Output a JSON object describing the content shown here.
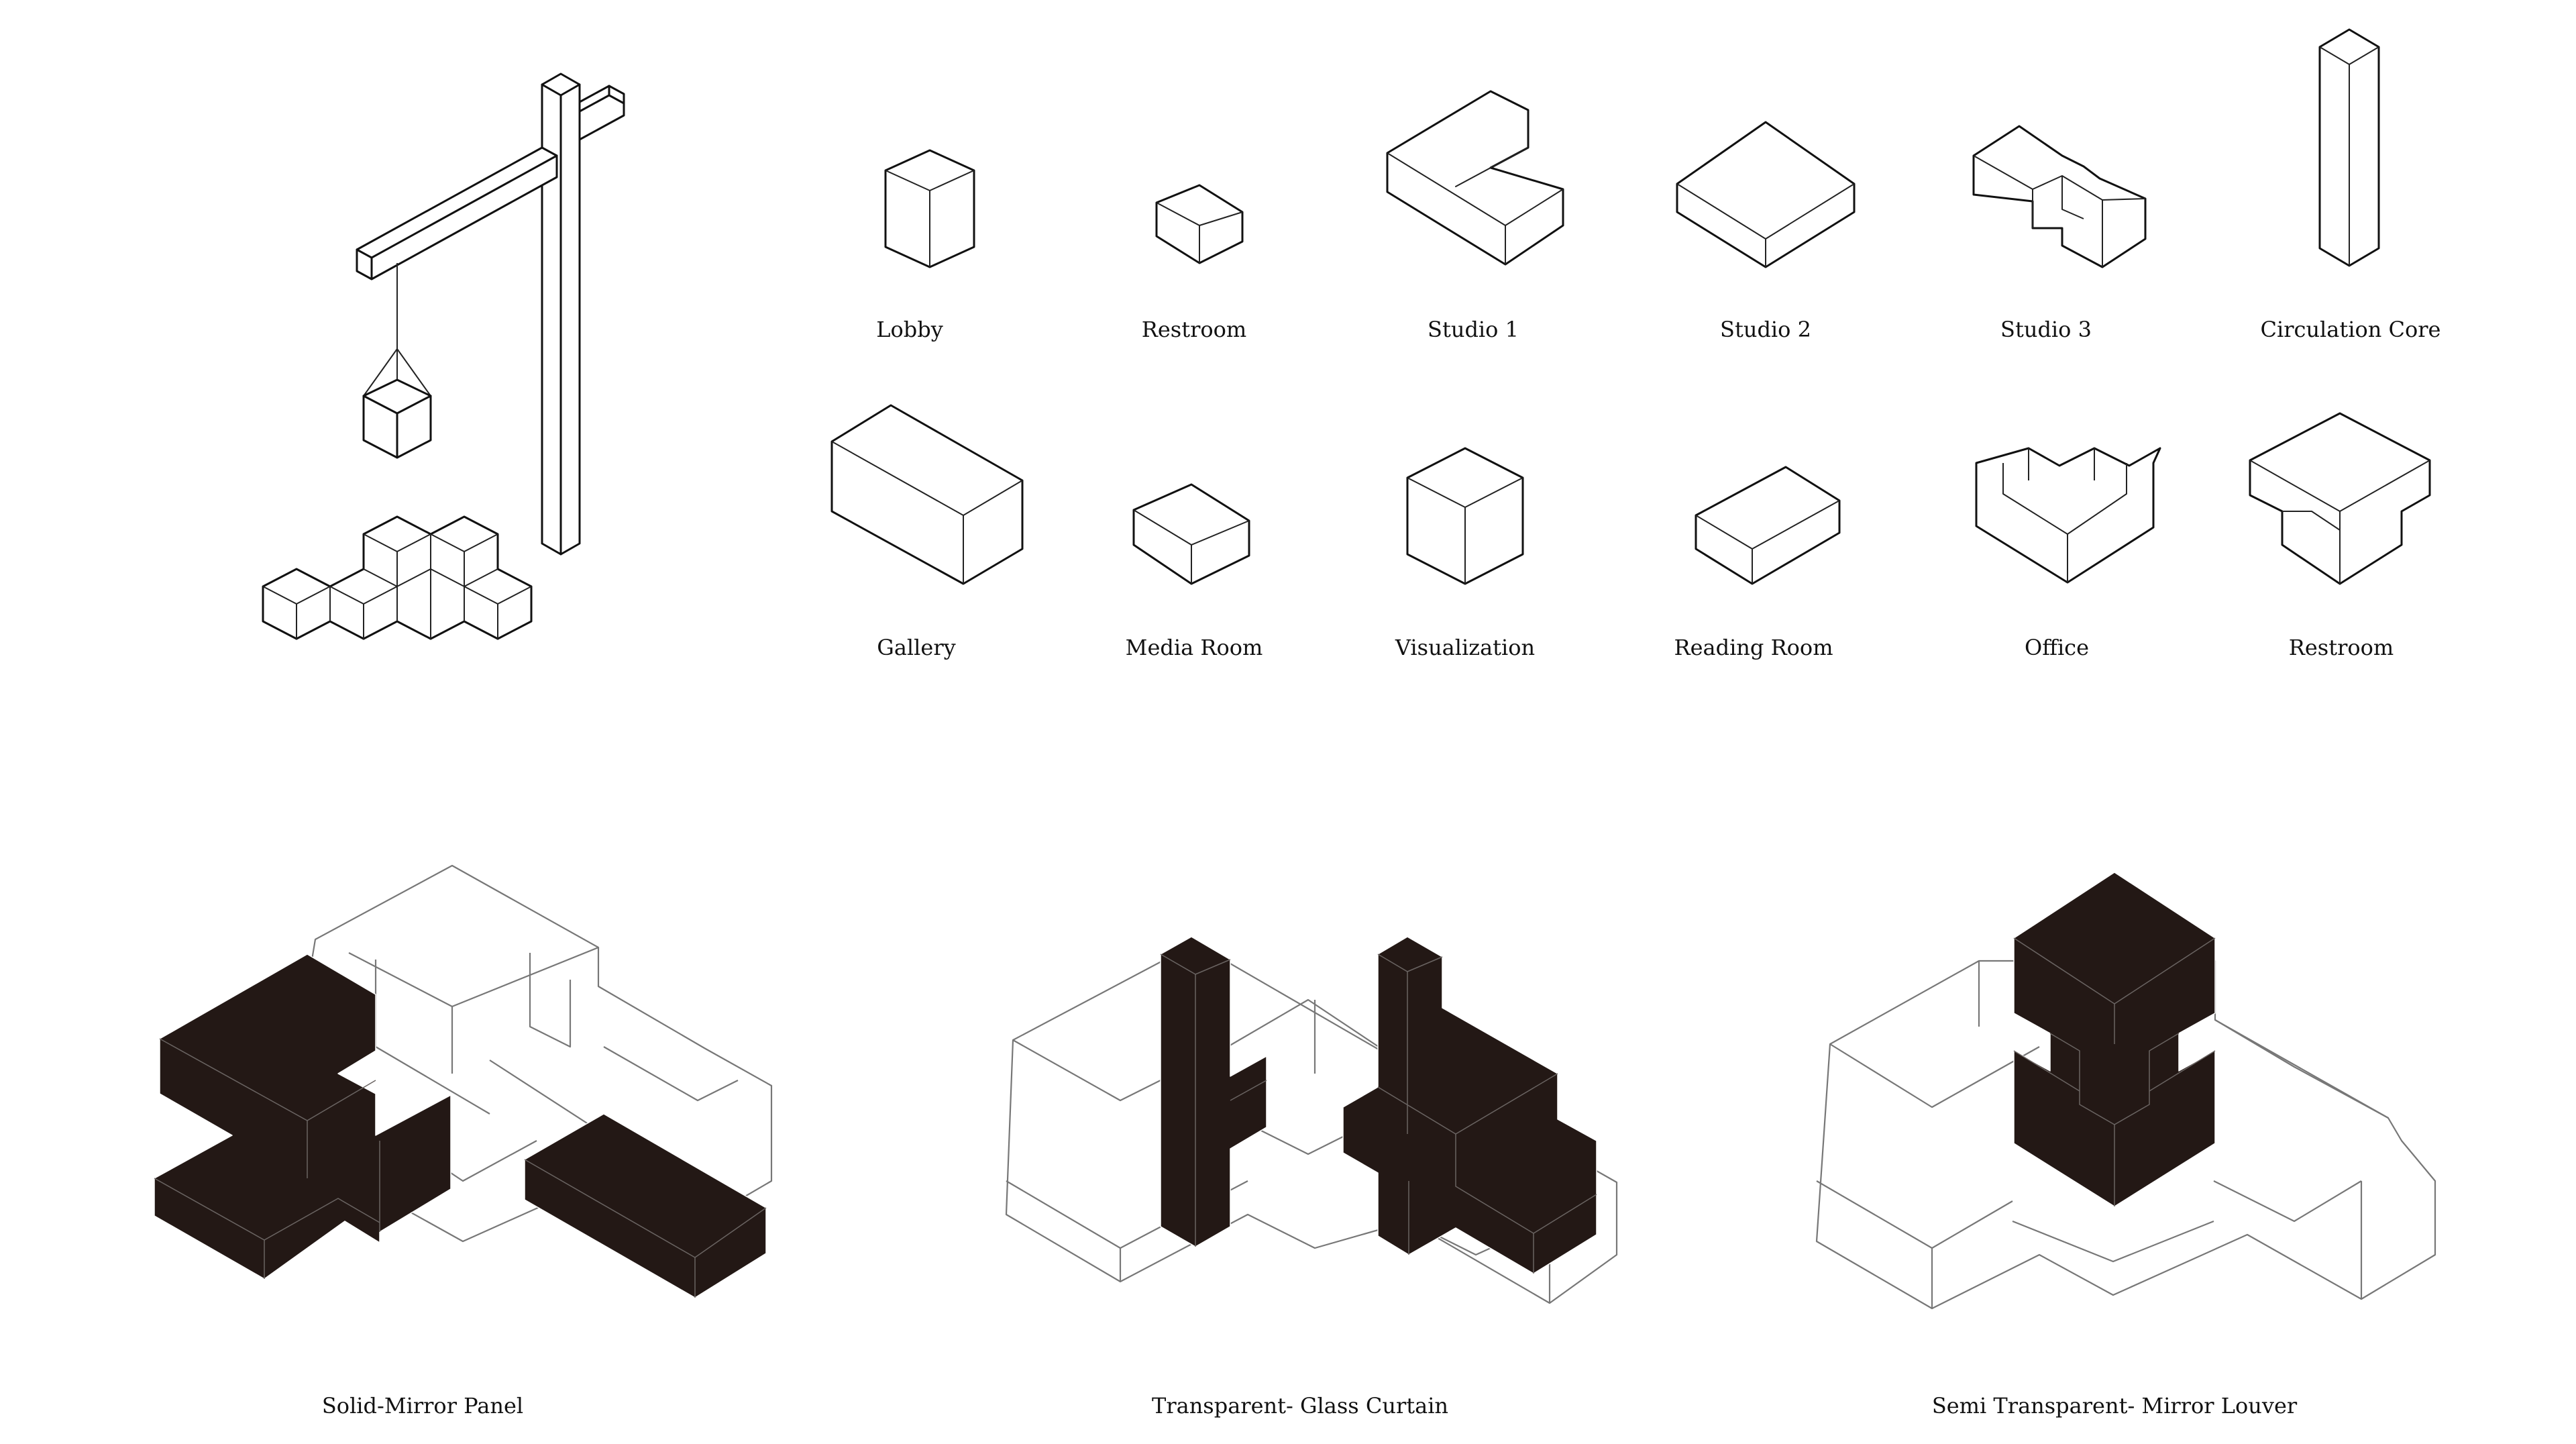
{
  "programs": {
    "row1": [
      "Lobby",
      "Restroom",
      "Studio 1",
      "Studio 2",
      "Studio 3",
      "Circulation Core"
    ],
    "row2": [
      "Gallery",
      "Media Room",
      "Visualization",
      "Reading Room",
      "Office",
      "Restroom"
    ]
  },
  "facades": [
    "Solid-Mirror Panel",
    "Transparent- Glass Curtain",
    "Semi Transparent- Mirror Louver"
  ],
  "colors": {
    "line": "#111111",
    "fill_dark": "#231815",
    "background": "#ffffff",
    "wire": "#777777"
  }
}
